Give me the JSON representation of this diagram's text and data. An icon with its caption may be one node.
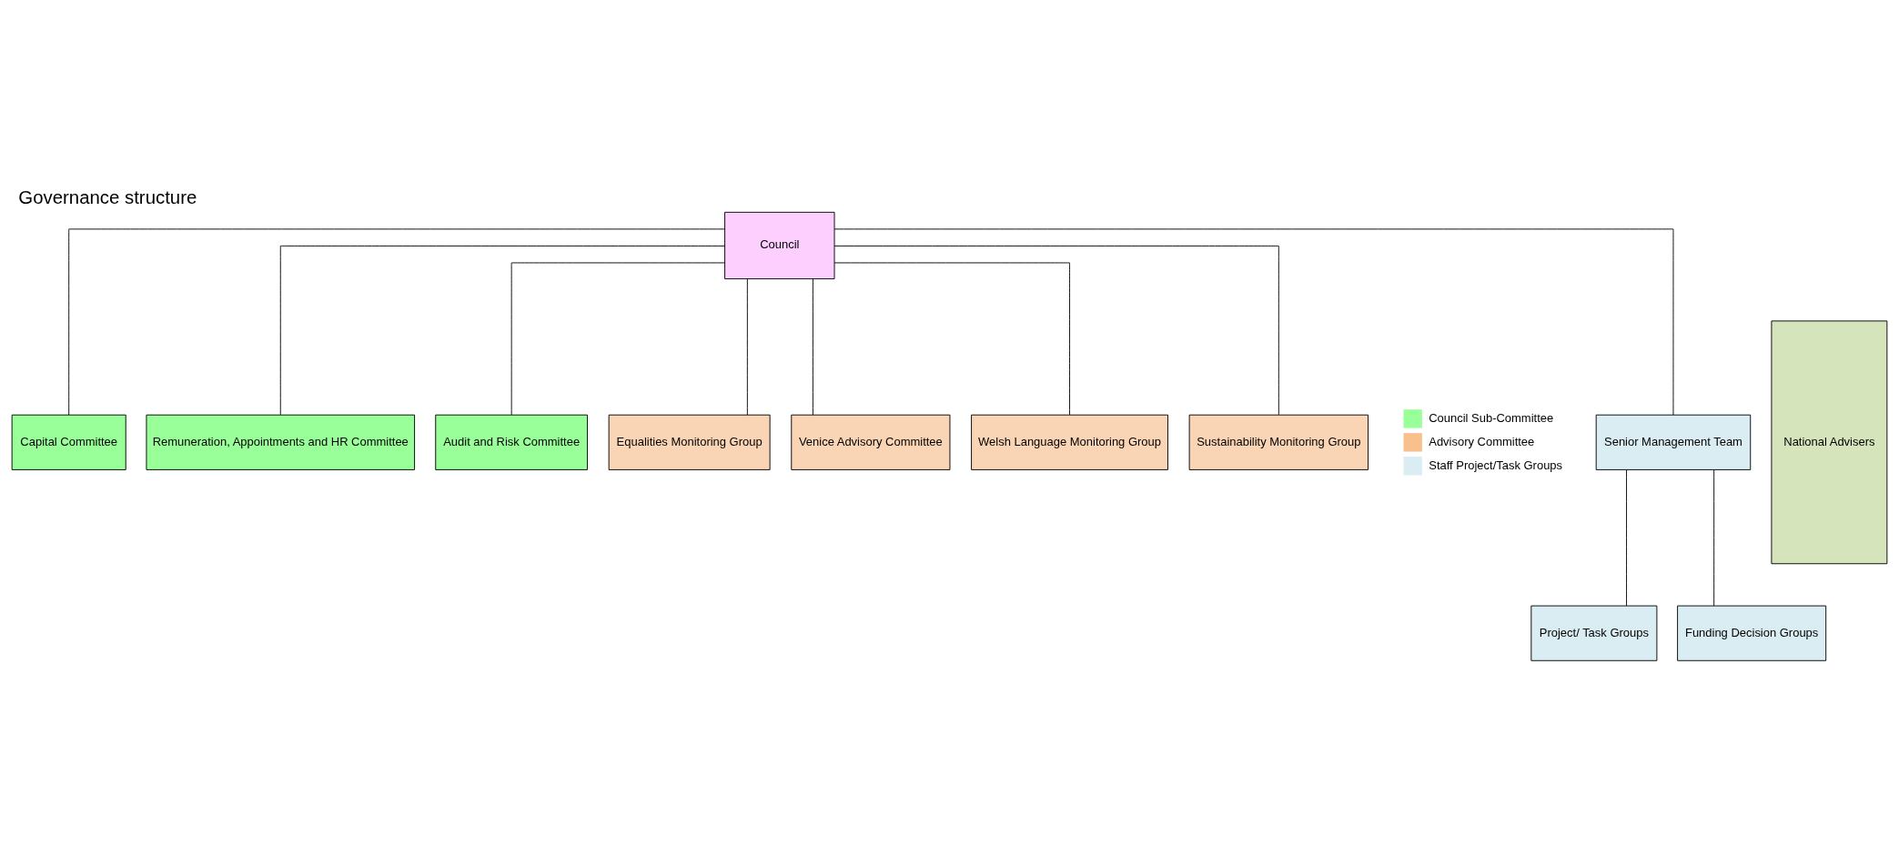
{
  "diagram": {
    "title": "Governance structure",
    "nodes": [
      {
        "text": [
          "Council"
        ]
      },
      {
        "text": [
          "Capital Committee"
        ]
      },
      {
        "text": [
          "Remuneration, Appointments and HR Committee"
        ]
      },
      {
        "text": [
          "Audit and Risk Committee"
        ]
      },
      {
        "text": [
          "Equalities Monitoring Group"
        ]
      },
      {
        "text": [
          "Venice Advisory Committee"
        ]
      },
      {
        "text": [
          "Welsh Language Monitoring Group"
        ]
      },
      {
        "text": [
          "Sustainability Monitoring Group"
        ]
      },
      {
        "text": [
          "Senior Management Team"
        ]
      },
      {
        "text": [
          "Project/ Task Groups"
        ]
      },
      {
        "text": [
          "Funding Decision Groups"
        ]
      },
      {
        "text": [
          "National Advisers"
        ]
      }
    ],
    "edges": [
      {
        "from": 0,
        "to": 1,
        "arrow": "none"
      },
      {
        "from": 0,
        "to": 2,
        "arrow": "none"
      },
      {
        "from": 0,
        "to": 3,
        "arrow": "none"
      },
      {
        "from": 0,
        "to": 8,
        "arrow": "none"
      },
      {
        "from": 0,
        "to": 4,
        "arrow": "none"
      },
      {
        "from": 0,
        "to": 5,
        "arrow": "none"
      },
      {
        "from": 0,
        "to": 6,
        "arrow": "none"
      },
      {
        "from": 0,
        "to": 7,
        "arrow": "none"
      },
      {
        "from": 8,
        "to": 9,
        "arrow": "none"
      },
      {
        "from": 8,
        "to": 10,
        "arrow": "none"
      }
    ],
    "legend": [
      {
        "text": "Council Sub-Committee",
        "color": "#99ff99"
      },
      {
        "text": "Advisory Committee",
        "color": "#f8c08c"
      },
      {
        "text": "Staff Project/Task Groups",
        "color": "#daedf3"
      }
    ]
  }
}
